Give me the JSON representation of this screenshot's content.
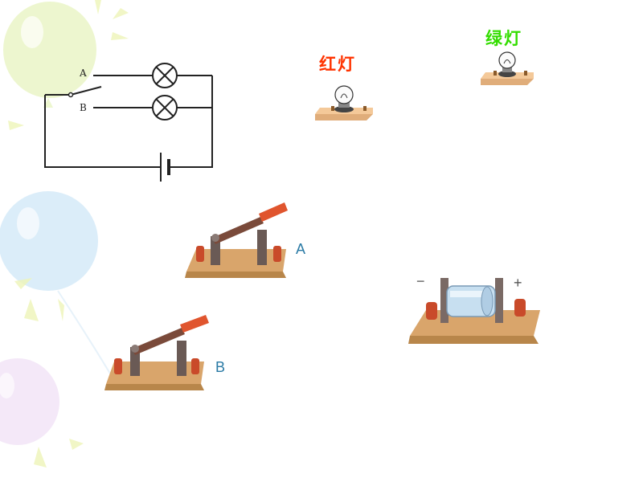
{
  "circuit": {
    "label_a": "A",
    "label_b": "B"
  },
  "bulbs": {
    "red_label": "红灯",
    "green_label": "绿灯"
  },
  "switches": {
    "a_label": "A",
    "b_label": "B"
  },
  "battery": {
    "minus_label": "−",
    "plus_label": "+"
  },
  "colors": {
    "red_label": "#ff3300",
    "green_label": "#33dd00",
    "switch_label": "#2a7aa5",
    "board": "#d9a56b",
    "handle": "#d9532a"
  }
}
